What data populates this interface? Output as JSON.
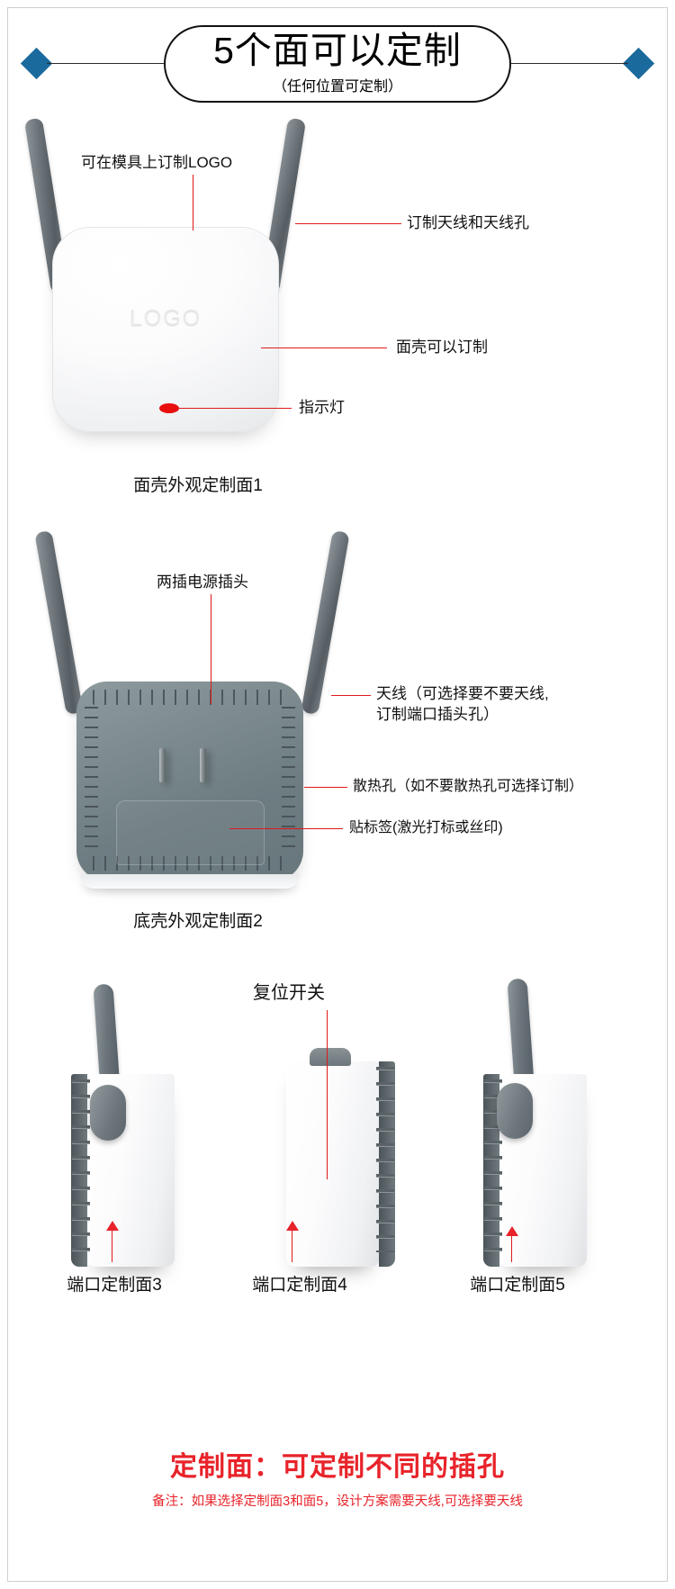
{
  "header": {
    "title": "5个面可以定制",
    "subtitle": "（任何位置可定制）",
    "diamond_color": "#1a6a9e"
  },
  "section1": {
    "caption": "面壳外观定制面1",
    "logo_emboss": "LOGO",
    "callouts": {
      "logo": "可在模具上订制LOGO",
      "antenna": "订制天线和天线孔",
      "shell": "面壳可以订制",
      "led": "指示灯"
    }
  },
  "section2": {
    "caption": "底壳外观定制面2",
    "callouts": {
      "plug": "两插电源插头",
      "antenna": "天线（可选择要不要天线,\n订制端口插头孔）",
      "vents": "散热孔（如不要散热孔可选择订制）",
      "label": "贴标签(激光打标或丝印)"
    }
  },
  "section3": {
    "reset_label": "复位开关",
    "captions": [
      "端口定制面3",
      "端口定制面4",
      "端口定制面5"
    ]
  },
  "footer": {
    "main": "定制面：可定制不同的插孔",
    "note": "备注：如果选择定制面3和面5，设计方案需要天线,可选择要天线",
    "color": "#e8232a"
  }
}
